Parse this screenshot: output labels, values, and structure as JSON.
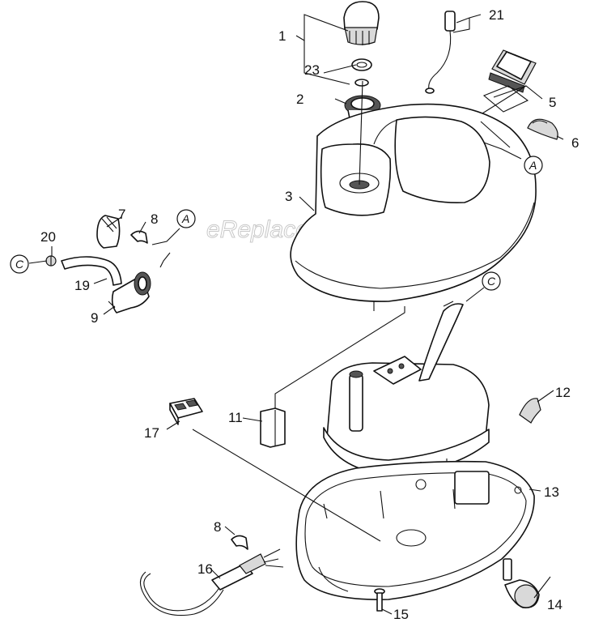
{
  "watermark": "eReplacementParts.com",
  "callouts": {
    "c1": "1",
    "c2": "2",
    "c3": "3",
    "c5": "5",
    "c6": "6",
    "c7": "7",
    "c8a": "8",
    "c8b": "8",
    "c9": "9",
    "c11": "11",
    "c12": "12",
    "c13": "13",
    "c14": "14",
    "c15": "15",
    "c16": "16",
    "c17": "17",
    "c19": "19",
    "c20": "20",
    "c21": "21",
    "c23": "23"
  },
  "references": {
    "a1": "A",
    "a2": "A",
    "c1": "C",
    "c2": "C"
  }
}
